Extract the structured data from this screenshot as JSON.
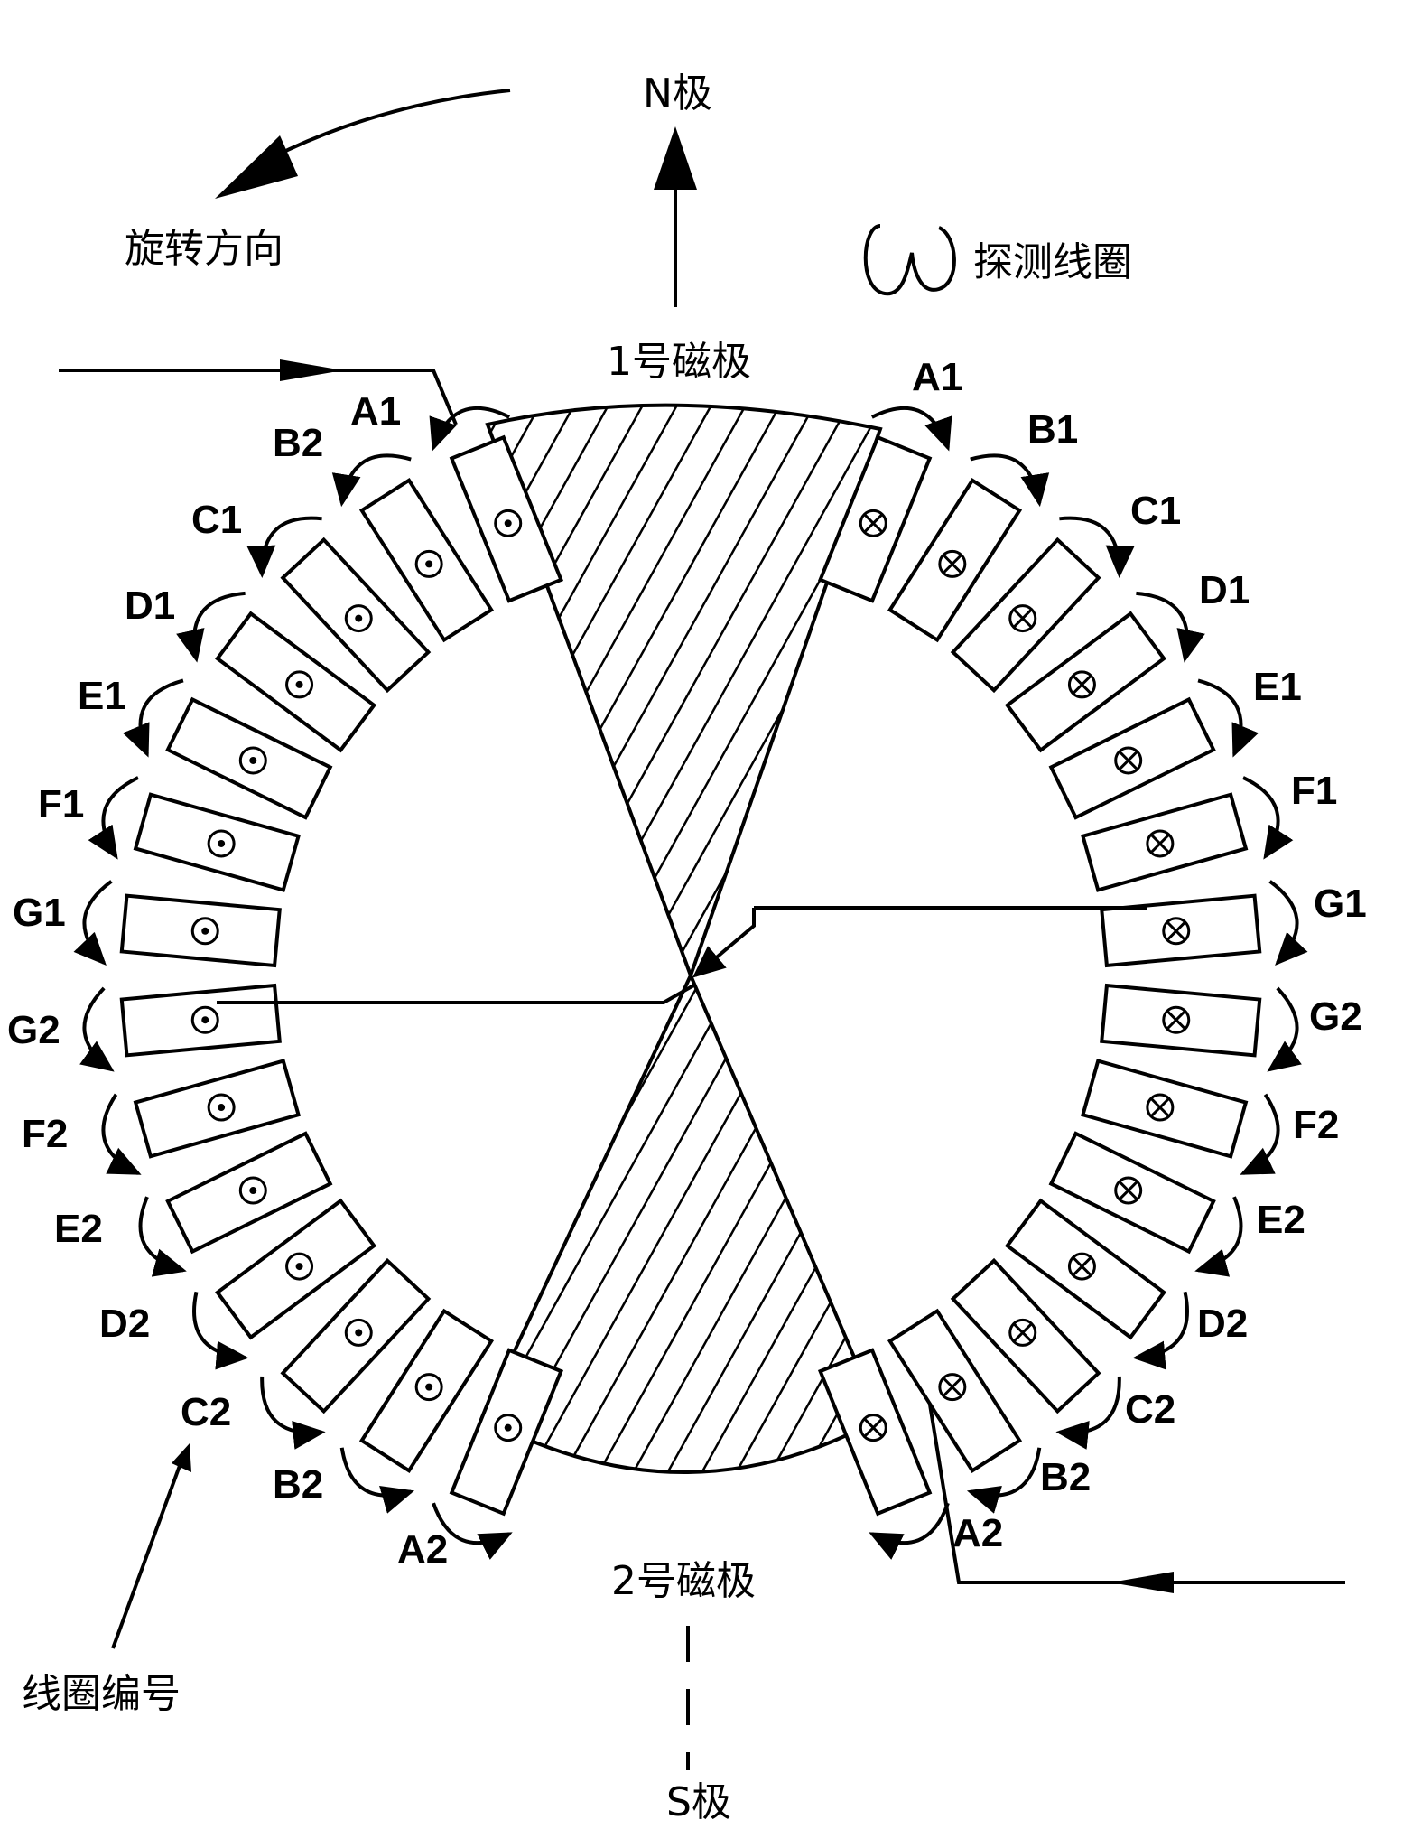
{
  "labels": {
    "north_pole": "N极",
    "south_pole": "S极",
    "pole_1": "1号磁极",
    "pole_2": "2号磁极",
    "rotation": "旋转方向",
    "probe_coil": "探测线圈",
    "coil_number": "线圈编号"
  },
  "coils_left": [
    "A1",
    "B2",
    "C1",
    "D1",
    "E1",
    "F1",
    "G1",
    "G2",
    "F2",
    "E2",
    "D2",
    "C2",
    "B2",
    "A2"
  ],
  "coils_right": [
    "A1",
    "B1",
    "C1",
    "D1",
    "E1",
    "F1",
    "G1",
    "G2",
    "F2",
    "E2",
    "D2",
    "C2",
    "B2",
    "A2"
  ],
  "symbols": {
    "left": "dot",
    "right": "cross"
  }
}
